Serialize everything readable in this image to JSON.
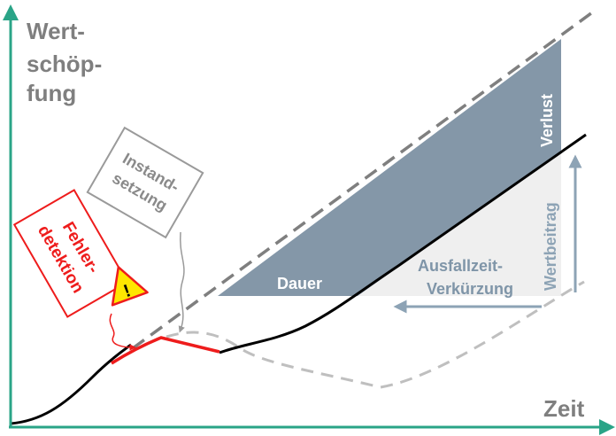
{
  "axes": {
    "y_label_lines": [
      "Wert-",
      "schöp-",
      "fung"
    ],
    "x_label": "Zeit"
  },
  "labels": {
    "loss": "Verlust",
    "duration": "Dauer",
    "value_contribution": "Wertbeitrag",
    "downtime_reduction_lines": [
      "Ausfallzeit-",
      "Verkürzung"
    ],
    "repair_lines": [
      "Instand-",
      "setzung"
    ],
    "error_detection_lines": [
      "Fehler-",
      "detektion"
    ]
  },
  "warning_icon": {
    "name": "warning-triangle-icon",
    "glyph": "!"
  },
  "colors": {
    "axis": "#2aa487",
    "text_gray": "#7f7f7f",
    "loss_fill": "#8497a8",
    "reduction_fill": "#efefef",
    "arrow_blue": "#8da3b5",
    "red": "#ee1c1c",
    "black": "#000000",
    "dashed_dark": "#7f7f7f",
    "dashed_light": "#bfbfbf",
    "warning_yellow": "#ffe600"
  }
}
